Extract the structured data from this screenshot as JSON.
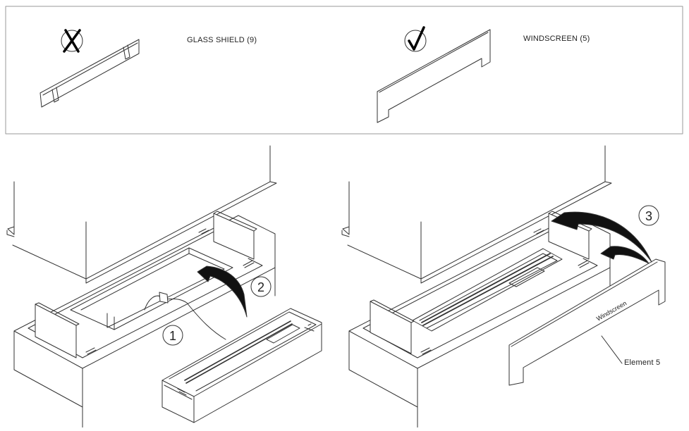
{
  "legend": {
    "items": [
      {
        "label": "GLASS SHIELD (9)",
        "status": "incorrect",
        "icon": "cross-icon"
      },
      {
        "label": "WINDSCREEN (5)",
        "status": "correct",
        "icon": "check-icon"
      }
    ]
  },
  "steps": [
    "1",
    "2",
    "3"
  ],
  "windscreen_text": "Windscreen",
  "element_label": "Element 5",
  "colors": {
    "line": "#333333",
    "frame": "#999999",
    "background": "#ffffff"
  }
}
